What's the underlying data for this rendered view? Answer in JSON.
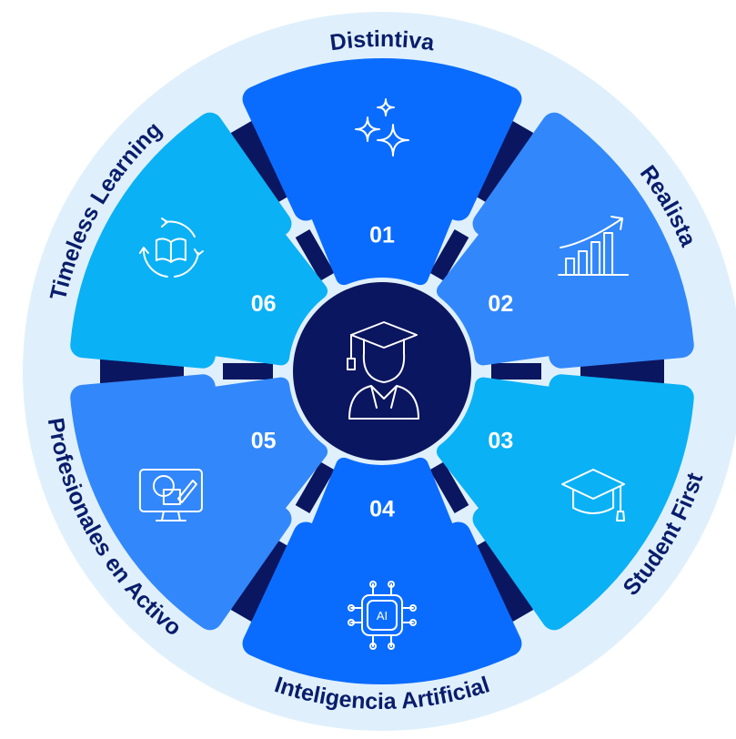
{
  "center": {
    "icon": "graduate-icon"
  },
  "segments": [
    {
      "num": "01",
      "label": "Distintiva",
      "icon": "sparkles-icon",
      "outer_color": "#0a6cff",
      "inner_color": "#0a6cff"
    },
    {
      "num": "02",
      "label": "Realista",
      "icon": "growth-chart-icon",
      "outer_color": "#3287fb",
      "inner_color": "#3287fb"
    },
    {
      "num": "03",
      "label": "Student First",
      "icon": "graduation-cap-icon",
      "outer_color": "#0ab1f5",
      "inner_color": "#0ab1f5"
    },
    {
      "num": "04",
      "label": "Inteligencia Artificial",
      "icon": "ai-chip-icon",
      "outer_color": "#0a6cff",
      "inner_color": "#0a6cff"
    },
    {
      "num": "05",
      "label": "Profesionales en Activo",
      "icon": "design-monitor-icon",
      "outer_color": "#3287fb",
      "inner_color": "#3287fb"
    },
    {
      "num": "06",
      "label": "Timeless Learning",
      "icon": "cycle-book-icon",
      "outer_color": "#0ab1f5",
      "inner_color": "#0ab1f5"
    }
  ],
  "colors": {
    "ring_background": "#dff0fc",
    "connector": "#0b1660",
    "center_circle": "#0b1660",
    "label_text": "#0a1d6b"
  }
}
